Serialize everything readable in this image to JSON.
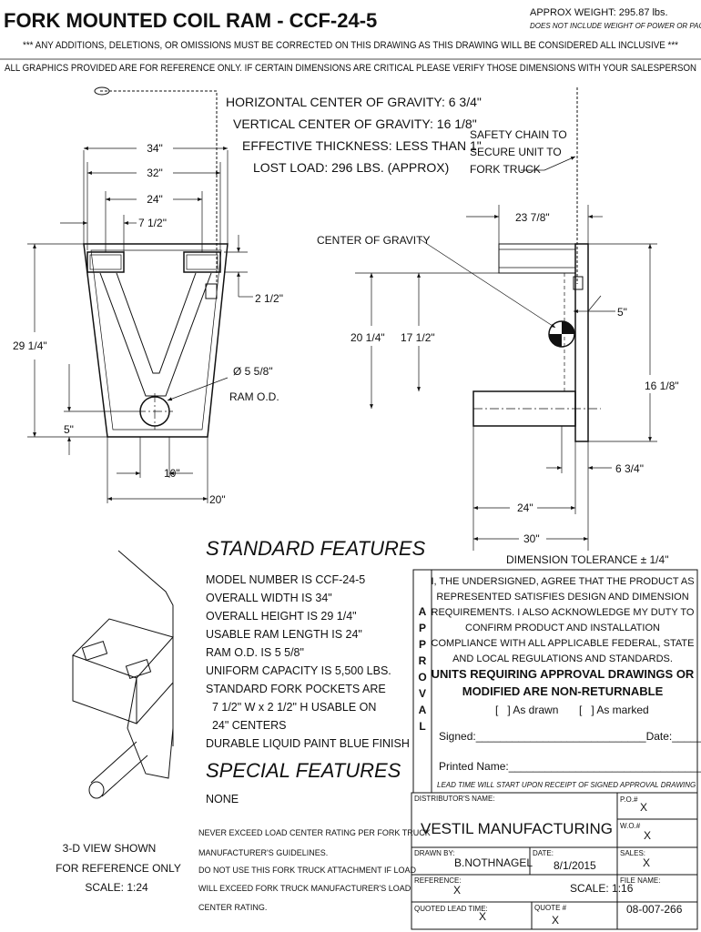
{
  "header": {
    "title": "FORK MOUNTED COIL RAM - CCF-24-5",
    "weight": "APPROX WEIGHT: 295.87 lbs.",
    "weight_note": "DOES NOT INCLUDE WEIGHT OF POWER OR PACKAGING!!",
    "notice_1": "*** ANY ADDITIONS, DELETIONS, OR OMISSIONS MUST BE CORRECTED ON THIS DRAWING AS THIS DRAWING WILL BE CONSIDERED ALL INCLUSIVE ***",
    "notice_2": "ALL GRAPHICS PROVIDED ARE FOR REFERENCE ONLY. IF CERTAIN DIMENSIONS ARE CRITICAL PLEASE VERIFY THOSE DIMENSIONS WITH YOUR SALESPERSON"
  },
  "cg_notes": [
    "HORIZONTAL CENTER OF GRAVITY: 6 3/4\"",
    "VERTICAL CENTER OF GRAVITY: 16 1/8\"",
    "EFFECTIVE THICKNESS: LESS THAN 1\"",
    "LOST LOAD: 296 LBS. (APPROX)"
  ],
  "front_view": {
    "dims": {
      "w34": "34\"",
      "w32": "32\"",
      "w24": "24\"",
      "w7_5": "7 1/2\"",
      "h2_5": "2 1/2\"",
      "h29": "29 1/4\"",
      "h5": "5\"",
      "w10": "10\"",
      "w20": "20\""
    },
    "ram_diameter": "Ø 5 5/8\"",
    "ram_label": "RAM O.D."
  },
  "side_view": {
    "safety_chain": [
      "SAFETY CHAIN TO",
      "SECURE UNIT TO",
      "FORK TRUCK"
    ],
    "center_of_gravity": "CENTER OF GRAVITY",
    "dims": {
      "w23": "23 7/8\"",
      "h5": "5\"",
      "h20": "20 1/4\"",
      "h17": "17 1/2\"",
      "h16": "16 1/8\"",
      "w6": "6 3/4\"",
      "w24": "24\"",
      "w30": "30\""
    },
    "tolerance": "DIMENSION TOLERANCE ± 1/4\""
  },
  "standard_features": {
    "heading": "STANDARD FEATURES",
    "lines": [
      "MODEL NUMBER IS CCF-24-5",
      "OVERALL WIDTH IS 34\"",
      "OVERALL HEIGHT IS 29 1/4\"",
      "USABLE RAM LENGTH IS 24\"",
      "RAM O.D. IS 5 5/8\"",
      "UNIFORM CAPACITY IS 5,500 LBS.",
      "STANDARD FORK POCKETS ARE",
      "  7 1/2\" W x 2 1/2\" H USABLE ON",
      "  24\" CENTERS",
      "DURABLE LIQUID PAINT BLUE FINISH"
    ]
  },
  "special_features": {
    "heading": "SPECIAL FEATURES",
    "lines": [
      "NONE"
    ]
  },
  "view_3d": {
    "lines": [
      "3-D VIEW SHOWN",
      "FOR REFERENCE ONLY",
      "SCALE: 1:24"
    ]
  },
  "warnings": [
    "NEVER EXCEED LOAD CENTER RATING PER FORK TRUCK",
    "MANUFACTURER'S GUIDELINES.",
    "DO NOT USE THIS FORK TRUCK ATTACHMENT IF LOAD",
    "WILL EXCEED FORK TRUCK MANUFACTURER'S LOAD",
    "CENTER RATING."
  ],
  "approval": {
    "letters": [
      "A",
      "P",
      "P",
      "R",
      "O",
      "V",
      "A",
      "L"
    ],
    "statement": [
      "I, THE UNDERSIGNED, AGREE THAT THE PRODUCT AS",
      "REPRESENTED SATISFIES DESIGN AND DIMENSION",
      "REQUIREMENTS.  I ALSO ACKNOWLEDGE MY DUTY TO",
      "CONFIRM PRODUCT AND INSTALLATION",
      "COMPLIANCE WITH ALL APPLICABLE FEDERAL, STATE",
      "AND LOCAL REGULATIONS AND STANDARDS."
    ],
    "bold_1": "UNITS REQUIRING APPROVAL DRAWINGS OR",
    "bold_2": "MODIFIED ARE NON-RETURNABLE",
    "checkbox_drawn": "[   ] As drawn",
    "checkbox_marked": "[   ] As marked",
    "signed": "Signed:____________________________Date:________",
    "printed_name": "Printed Name:________________________________",
    "lead_time": "LEAD TIME WILL START UPON RECEIPT OF SIGNED APPROVAL DRAWING"
  },
  "title_block": {
    "distributor_label": "DISTRIBUTOR'S NAME:",
    "distributor": "VESTIL MANUFACTURING",
    "po_label": "P.O.#",
    "po": "X",
    "wo_label": "W.O.#",
    "wo": "X",
    "drawn_by_label": "DRAWN BY:",
    "drawn_by": "B.NOTHNAGEL",
    "date_label": "DATE:",
    "date": "8/1/2015",
    "sales_label": "SALES:",
    "sales": "X",
    "reference_label": "REFERENCE:",
    "reference": "X",
    "scale": "SCALE: 1:16",
    "file_label": "FILE NAME:",
    "file": "08-007-266",
    "lead_label": "QUOTED LEAD TIME:",
    "lead": "X",
    "quote_label": "QUOTE #",
    "quote": "X"
  }
}
